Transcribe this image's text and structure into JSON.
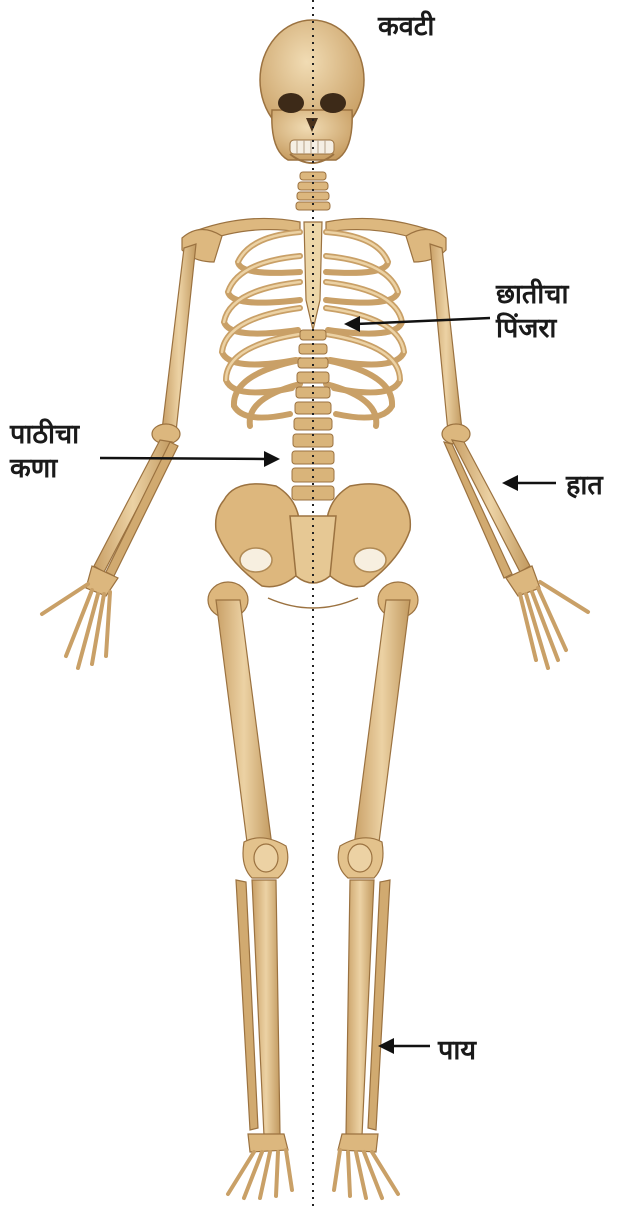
{
  "labels": {
    "skull": "कवटी",
    "ribcage_line1": "छातीचा",
    "ribcage_line2": "पिंजरा",
    "spine_line1": "पाठीचा",
    "spine_line2": "कणा",
    "hand": "हात",
    "leg": "पाय"
  },
  "colors": {
    "bone": "#e3c28c",
    "bone_shadow": "#b98f55",
    "bone_outline": "#9b7240",
    "text": "#1a1a1a",
    "midline": "#222222"
  }
}
